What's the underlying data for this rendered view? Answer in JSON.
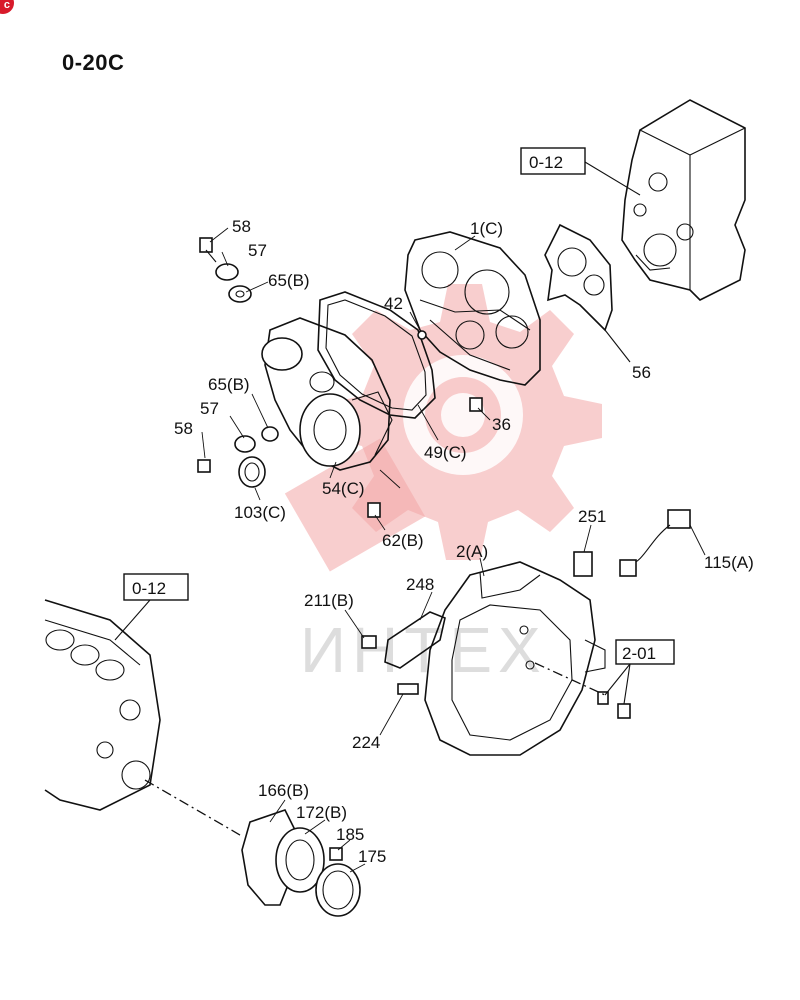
{
  "page_ref": "0-20C",
  "corner_badge": "c",
  "watermark": "ИНТЕХ",
  "ref_boxes": [
    "0-12",
    "0-12",
    "2-01"
  ],
  "callouts": [
    "58",
    "57",
    "65(B)",
    "1(C)",
    "42",
    "56",
    "65(B)",
    "57",
    "58",
    "36",
    "49(C)",
    "54(C)",
    "103(C)",
    "62(B)",
    "251",
    "115(A)",
    "2(A)",
    "248",
    "211(B)",
    "224",
    "166(B)",
    "172(B)",
    "185",
    "175"
  ],
  "colors": {
    "line": "#111111",
    "watermark": "#f2a6a6",
    "badge": "#d81a2b"
  }
}
